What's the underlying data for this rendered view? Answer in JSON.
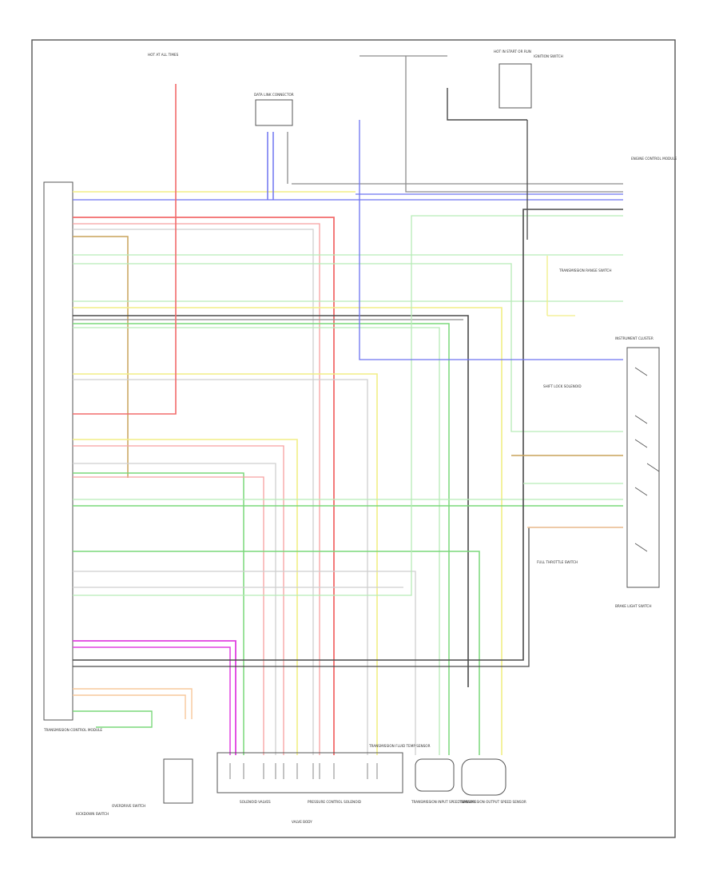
{
  "diagram": {
    "code": "",
    "colors": {
      "border": "#555555",
      "red": "#f26b6b",
      "pink": "#f7a0a0",
      "yellow": "#f2ee86",
      "blue": "#6d73f0",
      "green": "#7ad87a",
      "lightgreen": "#b6ecb6",
      "gray": "#8c8c8c",
      "dark": "#4a4a4a",
      "tan": "#c9a35a",
      "magenta": "#e040e0",
      "lightgray": "#cfcfcf"
    },
    "components": {
      "tcm_main": "TRANSMISSION CONTROL MODULE",
      "hot_fuse": "HOT AT ALL TIMES",
      "ign_fuse": "HOT IN START OR RUN",
      "ignition_switch": "IGNITION SWITCH",
      "data_link": "DATA LINK CONNECTOR",
      "brake_switch": "BRAKE LIGHT SWITCH",
      "engine_control": "ENGINE CONTROL MODULE",
      "speedo": "INSTRUMENT CLUSTER",
      "range_switch": "TRANSMISSION RANGE SWITCH",
      "shift_lock": "SHIFT LOCK SOLENOID",
      "kickdown": "KICKDOWN SWITCH",
      "overdrive": "OVERDRIVE SWITCH",
      "valve_body": "VALVE BODY",
      "solenoids": "SOLENOID VALVES",
      "pressure": "PRESSURE CONTROL SOLENOID",
      "temp_sensor": "TRANSMISSION FLUID TEMP SENSOR",
      "input_speed": "TRANSMISSION INPUT SPEED SENSOR",
      "output_speed": "TRANSMISSION OUTPUT SPEED SENSOR",
      "full_range": "FULL THROTTLE SWITCH"
    }
  }
}
